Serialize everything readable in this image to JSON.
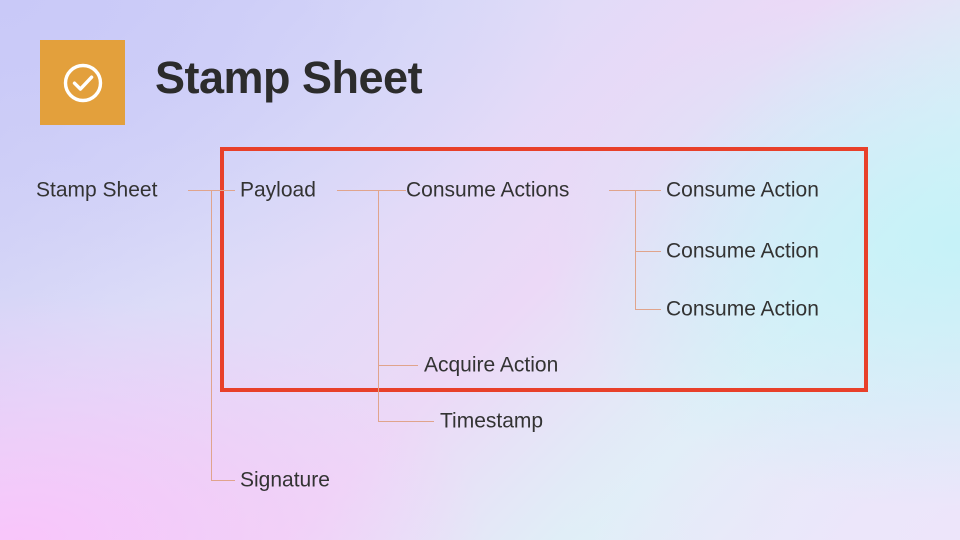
{
  "header": {
    "title": "Stamp Sheet",
    "icon": "check-circle-icon",
    "icon_bg_color": "#e3a03c",
    "icon_fg_color": "#ffffff",
    "title_color": "#2c2c2c"
  },
  "highlight": {
    "border_color": "#e8402a",
    "label": "payload-highlight-region"
  },
  "theme": {
    "connector_color": "#e0a48c",
    "text_color": "#333333",
    "bg_top_left": "#cdcdf5",
    "bg_top_right": "#cfe8f0",
    "bg_bottom_left": "#f3c6f5",
    "bg_bottom_right": "#ede5fa"
  },
  "tree": {
    "root": "Stamp Sheet",
    "nodes": [
      {
        "id": "stamp-sheet",
        "label": "Stamp Sheet",
        "level": 0
      },
      {
        "id": "payload",
        "label": "Payload",
        "level": 1
      },
      {
        "id": "consume-actions",
        "label": "Consume Actions",
        "level": 2
      },
      {
        "id": "consume-action-1",
        "label": "Consume Action",
        "level": 3
      },
      {
        "id": "consume-action-2",
        "label": "Consume Action",
        "level": 3
      },
      {
        "id": "consume-action-3",
        "label": "Consume Action",
        "level": 3
      },
      {
        "id": "acquire-action",
        "label": "Acquire Action",
        "level": 2
      },
      {
        "id": "timestamp",
        "label": "Timestamp",
        "level": 2
      },
      {
        "id": "signature",
        "label": "Signature",
        "level": 1
      }
    ]
  }
}
